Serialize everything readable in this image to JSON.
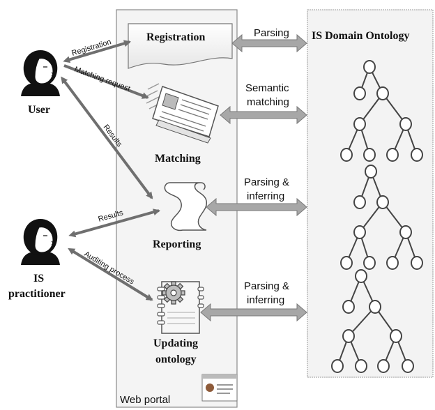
{
  "actors": {
    "user": "User",
    "practitioner_line1": "IS",
    "practitioner_line2": "practitioner"
  },
  "portal": {
    "label": "Web portal",
    "modules": {
      "registration": "Registration",
      "matching": "Matching",
      "reporting": "Reporting",
      "updating_line1": "Updating",
      "updating_line2": "ontology"
    }
  },
  "ontology": {
    "title": "IS Domain Ontology"
  },
  "edges": {
    "registration": "Registration",
    "matching_request": "Matching request",
    "results_user": "Results",
    "results_practitioner": "Results",
    "auditing_process": "Auditing process"
  },
  "exchanges": {
    "parsing": "Parsing",
    "semantic_line1": "Semantic",
    "semantic_line2": "matching",
    "parsing_inferring_1_line1": "Parsing &",
    "parsing_inferring_1_line2": "inferring",
    "parsing_inferring_2_line1": "Parsing &",
    "parsing_inferring_2_line2": "inferring"
  },
  "colors": {
    "arrow": "#6f6f6f",
    "arrow_light": "#a7a7a7",
    "panel_border": "#8a8a8a",
    "panel_fill": "#f3f3f3"
  }
}
